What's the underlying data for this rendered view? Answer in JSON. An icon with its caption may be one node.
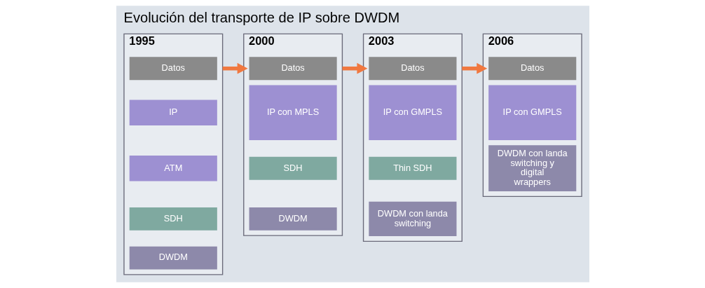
{
  "diagram": {
    "title": "Evolución del transporte de IP sobre DWDM",
    "nodes": [
      {
        "text": [
          "1995"
        ]
      },
      {
        "text": [
          "Datos"
        ],
        "in": 0
      },
      {
        "text": [
          "IP"
        ],
        "in": 0
      },
      {
        "text": [
          "ATM"
        ],
        "in": 0
      },
      {
        "text": [
          "SDH"
        ],
        "in": 0
      },
      {
        "text": [
          "DWDM"
        ],
        "in": 0
      },
      {
        "text": [
          "2000"
        ]
      },
      {
        "text": [
          "Datos"
        ],
        "in": 6
      },
      {
        "text": [
          "IP con MPLS"
        ],
        "in": 6
      },
      {
        "text": [
          "SDH"
        ],
        "in": 6
      },
      {
        "text": [
          "DWDM"
        ],
        "in": 6
      },
      {
        "text": [
          "2003"
        ]
      },
      {
        "text": [
          "Datos"
        ],
        "in": 11
      },
      {
        "text": [
          "IP con GMPLS"
        ],
        "in": 11
      },
      {
        "text": [
          "Thin SDH"
        ],
        "in": 11
      },
      {
        "text": [
          "DWDM con landa switching"
        ],
        "in": 11
      },
      {
        "text": [
          "2006"
        ]
      },
      {
        "text": [
          "Datos"
        ],
        "in": 16
      },
      {
        "text": [
          "IP con GMPLS"
        ],
        "in": 16
      },
      {
        "text": [
          "DWDM con landa switching y digital wrappers"
        ],
        "in": 16
      }
    ],
    "edges": [
      {
        "from": 0,
        "to": 6,
        "arrow": "to"
      },
      {
        "from": 6,
        "to": 11,
        "arrow": "to"
      },
      {
        "from": 11,
        "to": 16,
        "arrow": "to"
      }
    ]
  }
}
